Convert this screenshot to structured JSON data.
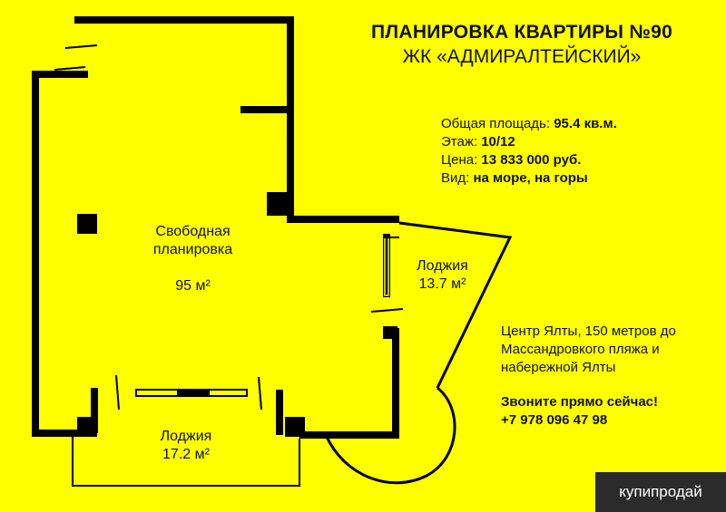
{
  "title": {
    "line1": "ПЛАНИРОВКА  КВАРТИРЫ №90",
    "line2": "ЖК «АДМИРАЛТЕЙСКИЙ»"
  },
  "specs": [
    {
      "label": "Общая площадь: ",
      "value": "95.4 кв.м."
    },
    {
      "label": "Этаж: ",
      "value": "10/12"
    },
    {
      "label": "Цена: ",
      "value": "13 833 000 руб."
    },
    {
      "label": "Вид: ",
      "value": "на море, на горы"
    }
  ],
  "rooms": {
    "main": {
      "line1": "Свободная",
      "line2": "планировка",
      "area": "95 м²"
    },
    "loggia_right": {
      "line1": "Лоджия",
      "area": "13.7 м²"
    },
    "loggia_bottom": {
      "line1": "Лоджия",
      "area": "17.2 м²"
    }
  },
  "location": {
    "line1": "Центр Ялты, 150 метров до",
    "line2": "Массандровкого пляжа и",
    "line3": "набережной Ялты"
  },
  "cta": {
    "line1": "Звоните прямо сейчас!",
    "phone": "+7 978 096 47 98"
  },
  "brand": {
    "label": "купипродай"
  },
  "colors": {
    "background": "#ffff00",
    "walls": "#000000"
  }
}
